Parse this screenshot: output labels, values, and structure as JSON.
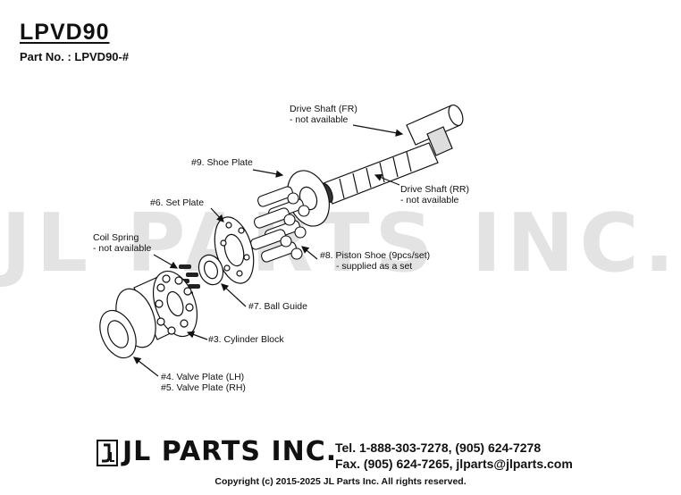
{
  "header": {
    "title": "LPVD90",
    "part_no": "Part No. : LPVD90-#"
  },
  "watermark": "JL PARTS INC.",
  "labels": {
    "drive_shaft_fr": "Drive Shaft (FR)",
    "drive_shaft_fr_note": "- not available",
    "drive_shaft_rr": "Drive Shaft (RR)",
    "drive_shaft_rr_note": "- not available",
    "shoe_plate": "#9. Shoe Plate",
    "set_plate": "#6. Set Plate",
    "coil_spring": "Coil Spring",
    "coil_spring_note": "- not available",
    "piston_shoe": "#8. Piston Shoe (9pcs/set)",
    "piston_shoe_note": "- supplied as a set",
    "ball_guide": "#7. Ball Guide",
    "cylinder_block": "#3. Cylinder Block",
    "valve_plate_lh": "#4. Valve Plate (LH)",
    "valve_plate_rh": "#5. Valve Plate (RH)"
  },
  "footer": {
    "brand": "JL PARTS INC.",
    "tel": "Tel. 1-888-303-7278, (905) 624-7278",
    "fax": "Fax. (905) 624-7265, jlparts@jlparts.com",
    "copyright": "Copyright (c) 2015-2025 JL Parts Inc. All rights reserved."
  }
}
